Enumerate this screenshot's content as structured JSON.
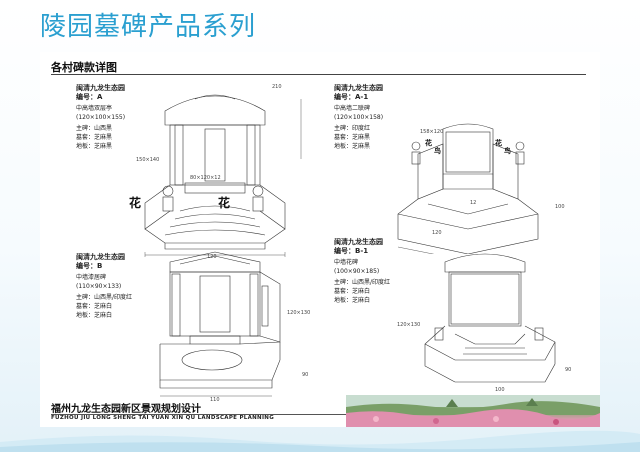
{
  "page": {
    "title": "陵园墓碑产品系列"
  },
  "sheet": {
    "title": "各村碑款详图"
  },
  "products": [
    {
      "cemetery": "闽清九龙生态园",
      "code": "编号：A",
      "type": "中高墙双层亭",
      "size": "(120×100×155)",
      "rows": [
        "主碑：山西黑",
        "墓套：芝麻黑",
        "地板：芝麻黑"
      ],
      "flower_text": [
        "花",
        "花"
      ],
      "dims": {
        "top": "210",
        "mid": "80×120×12",
        "side": "150×140",
        "width": "120"
      }
    },
    {
      "cemetery": "闽清九龙生态园",
      "code": "编号：A-1",
      "type": "中高墙二联碑",
      "size": "(120×100×158)",
      "rows": [
        "主碑：印度红",
        "墓套：芝麻黑",
        "地板：芝麻黑"
      ],
      "flower_text": [
        "花",
        "鸟",
        "花",
        "鸟"
      ],
      "dims": {
        "side": "158×120",
        "width": "120",
        "depth": "100",
        "bottom": "12"
      }
    },
    {
      "cemetery": "闽清九龙生态园",
      "code": "编号：B",
      "type": "中墙漆居碑",
      "size": "(110×90×133)",
      "rows": [
        "主碑：山西黑/印度红",
        "墓套：芝麻白",
        "地板：芝麻白"
      ],
      "dims": {
        "side": "120×130",
        "width": "110",
        "depth": "90"
      }
    },
    {
      "cemetery": "闽清九龙生态园",
      "code": "编号：B-1",
      "type": "中墙花碑",
      "size": "(100×90×185)",
      "rows": [
        "主碑：山西黑/印度红",
        "墓套：芝麻白",
        "地板：芝麻白"
      ],
      "dims": {
        "side": "120×130",
        "width": "100",
        "depth": "90"
      }
    }
  ],
  "footer": {
    "title_cn": "福州九龙生态园新区景观规划设计",
    "title_en": "FUZHOU JIU LONG SHENG TAI YUAN XIN QU  LANDSCAPE PLANNING"
  },
  "colors": {
    "title_blue": "#2a9fd0",
    "line": "#333333"
  }
}
